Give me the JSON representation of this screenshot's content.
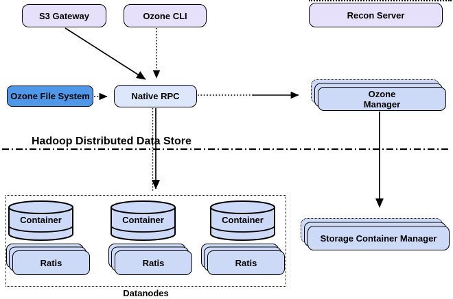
{
  "diagram": {
    "nodes": {
      "s3_gateway": "S3 Gateway",
      "ozone_cli": "Ozone CLI",
      "recon_server": "Recon Server",
      "ozone_file_system": "Ozone File System",
      "native_rpc": "Native RPC",
      "ozone_manager": {
        "line1": "Ozone",
        "line2": "Manager"
      },
      "storage_container_manager": "Storage Container Manager"
    },
    "divider_label": "Hadoop Distributed Data Store",
    "datanodes": {
      "label": "Datanodes",
      "groups": [
        {
          "container": "Container",
          "ratis": "Ratis"
        },
        {
          "container": "Container",
          "ratis": "Ratis"
        },
        {
          "container": "Container",
          "ratis": "Ratis"
        }
      ]
    },
    "edges": [
      {
        "from": "S3 Gateway",
        "to": "Native RPC",
        "style": "solid"
      },
      {
        "from": "Ozone CLI",
        "to": "Native RPC",
        "style": "dotted"
      },
      {
        "from": "Ozone File System",
        "to": "Native RPC",
        "style": "dotted"
      },
      {
        "from": "Native RPC",
        "to": "Ozone Manager",
        "style": "dotted-then-solid"
      },
      {
        "from": "Native RPC",
        "to": "Datanodes",
        "style": "solid-with-dotted"
      },
      {
        "from": "Ozone Manager",
        "to": "Storage Container Manager",
        "style": "solid"
      }
    ],
    "colors": {
      "lavender": "#e7e0fa",
      "rpc_blue": "#dde7fb",
      "stack_blue": "#ccd9f7",
      "ofs_blue": "#4f97e8",
      "line": "#000000",
      "background": "#ffffff"
    }
  }
}
